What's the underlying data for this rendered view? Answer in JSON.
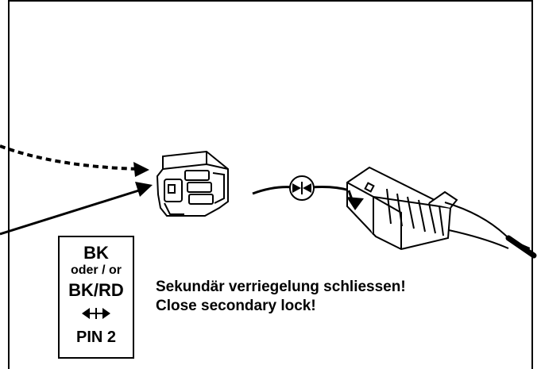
{
  "wire_box": {
    "color_primary": "BK",
    "or_text": "oder / or",
    "color_alternative": "BK/RD",
    "pin_label": "PIN 2"
  },
  "instructions": {
    "german": "Sekundär verriegelung schliessen!",
    "english": "Close secondary lock!"
  },
  "icons": [
    "secondary-lock-icon",
    "connector-housing",
    "mating-indicator-icon",
    "plug-connector",
    "double-arrow-icon"
  ],
  "colors": {
    "line": "#000000",
    "background": "#ffffff"
  }
}
